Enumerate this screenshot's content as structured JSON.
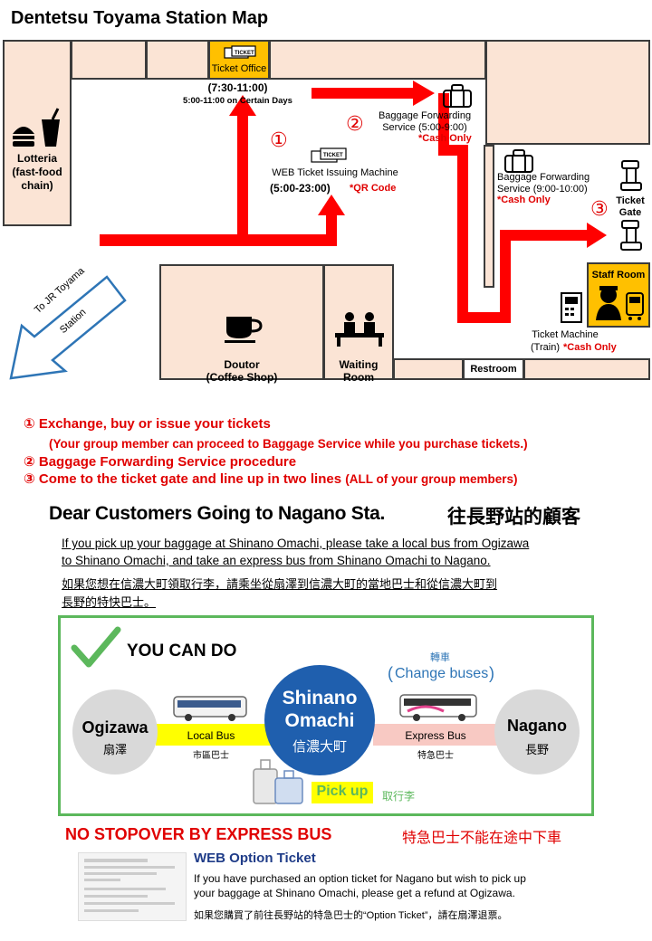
{
  "title": "Dentetsu Toyama Station Map",
  "map": {
    "ticket_office": {
      "label": "Ticket Office",
      "hours": "(7:30-11:00)",
      "hours_note": "5:00-11:00 on Certain Days"
    },
    "web_machine": {
      "num": "①",
      "label": "WEB Ticket Issuing Machine",
      "hours": "(5:00-23:00)",
      "note": "*QR Code"
    },
    "baggage1": {
      "num": "②",
      "line1": "Baggage Forwarding",
      "line2": "Service (5:00-9:00)",
      "note": "*Cash Only"
    },
    "baggage2": {
      "line1": "Baggage Forwarding",
      "line2": "Service (9:00-10:00)",
      "note": "*Cash Only"
    },
    "ticket_gate": {
      "num": "③",
      "line1": "Ticket",
      "line2": "Gate"
    },
    "lotteria": {
      "line1": "Lotteria",
      "line2": "(fast-food",
      "line3": "chain)"
    },
    "doutor": {
      "line1": "Doutor",
      "line2": "(Coffee Shop)"
    },
    "waiting": {
      "line1": "Waiting",
      "line2": "Room"
    },
    "restroom": "Restroom",
    "staff_room": "Staff Room",
    "ticket_machine": {
      "line1": "Ticket Machine",
      "line2": "(Train)",
      "note": "*Cash Only"
    },
    "to_jr": {
      "line1": "To JR Toyama",
      "line2": "Station"
    },
    "ticket_word": "TICKET",
    "colors": {
      "arrow": "#ff0000",
      "room": "#fbe4d5",
      "staff": "#ffc000",
      "border": "#3b3b3b"
    }
  },
  "steps": [
    {
      "text": "① Exchange, buy or issue your tickets",
      "sub": ""
    },
    {
      "text": "(Your group member can proceed to Baggage Service while you purchase tickets.)",
      "sub": ""
    },
    {
      "text": "② Baggage Forwarding Service procedure",
      "sub": ""
    },
    {
      "text": "③ Come to the ticket gate and line up in two lines",
      "sub": "(ALL of your group members)"
    }
  ],
  "nagano": {
    "heading_en": "Dear Customers Going to Nagano Sta.",
    "heading_zh": "往長野站的顧客",
    "para_en_1": "If you pick up your baggage at Shinano Omachi, please take a local bus from Ogizawa",
    "para_en_2": "to Shinano Omachi, and take an express bus from Shinano Omachi to Nagano.",
    "para_zh_1": "如果您想在信濃大町領取行李，請乘坐從扇澤到信濃大町的當地巴士和從信濃大町到",
    "para_zh_2": "長野的特快巴士。",
    "you_can_do": "YOU CAN DO",
    "change_zh": "轉車",
    "change_en": "Change buses",
    "ogizawa_en": "Ogizawa",
    "ogizawa_zh": "扇澤",
    "shinano_en_1": "Shinano",
    "shinano_en_2": "Omachi",
    "shinano_zh": "信濃大町",
    "nagano_en": "Nagano",
    "nagano_zh": "長野",
    "local_bus": "Local Bus",
    "local_bus_zh": "市區巴士",
    "express_bus": "Express Bus",
    "express_bus_zh": "特急巴士",
    "pickup": "Pick up",
    "pickup_zh": "取行李",
    "no_stopover_en": "NO STOPOVER BY EXPRESS BUS",
    "no_stopover_zh": "特急巴士不能在途中下車",
    "web_option_title": "WEB Option Ticket",
    "web_option_en_1": "If you have purchased an option ticket for Nagano but wish to pick up",
    "web_option_en_2": "your baggage at Shinano Omachi, please get a refund at Ogizawa.",
    "web_option_zh": "如果您購買了前往長野站的特急巴士的“Option Ticket”，請在扇澤退票。",
    "colors": {
      "green_border": "#5cb85c",
      "yellow": "#ffff00",
      "pink": "#f8c9c3",
      "navy": "#1f3c88",
      "check": "#5cb85c"
    }
  }
}
